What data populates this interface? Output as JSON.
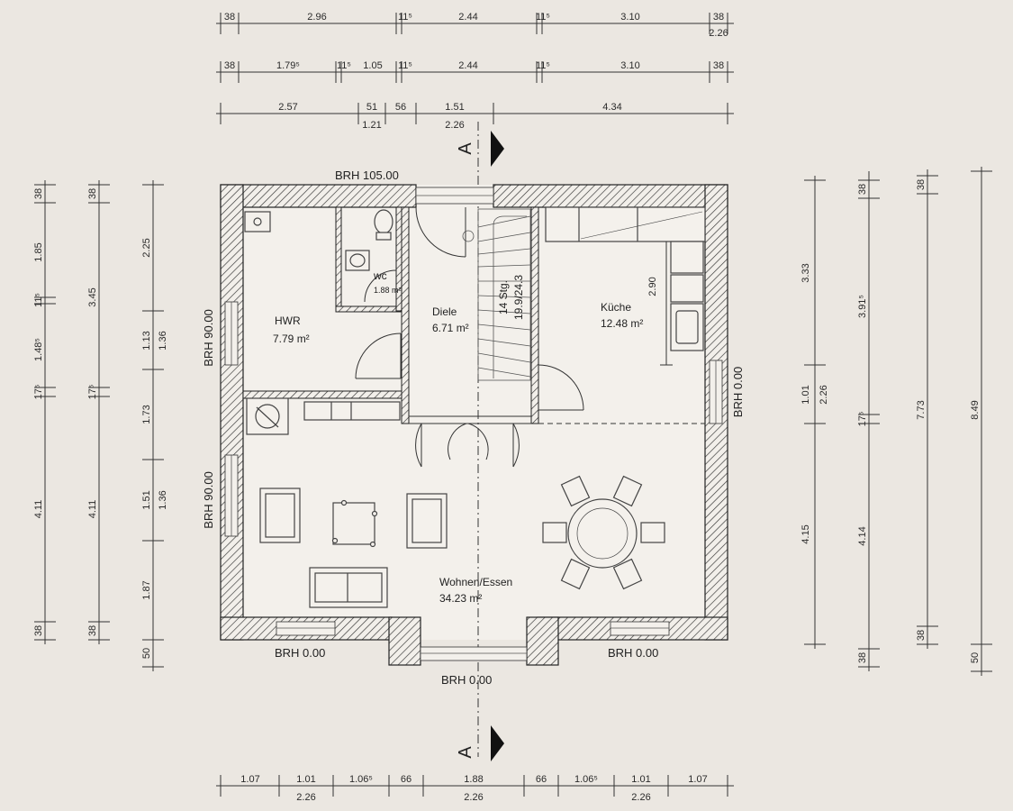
{
  "rooms": {
    "hwr": {
      "name": "HWR",
      "area": "7.79 m²"
    },
    "wc": {
      "name": "wc",
      "area": "1.88 m²"
    },
    "diele": {
      "name": "Diele",
      "area": "6.71 m²"
    },
    "kueche": {
      "name": "Küche",
      "area": "12.48 m²"
    },
    "wohnen": {
      "name": "Wohnen/Essen",
      "area": "34.23 m²"
    }
  },
  "stair": {
    "steps": "14 Stg.",
    "ratio": "19.9/24.3"
  },
  "brh": {
    "top": "BRH 105.00",
    "left_upper": "BRH 90.00",
    "left_lower": "BRH 90.00",
    "right": "BRH 0.00",
    "bottom_left": "BRH 0.00",
    "bottom_right": "BRH 0.00",
    "bottom_center": "BRH 0.00"
  },
  "section_marker": "A",
  "dims": {
    "top_row1": [
      "38",
      "2.96",
      "11⁵",
      "2.44",
      "11⁵",
      "3.10",
      "38"
    ],
    "top_row1_sub": "2.26",
    "top_row2": [
      "38",
      "1.79⁵",
      "11⁵",
      "1.05",
      "11⁵",
      "2.44",
      "11⁵",
      "3.10",
      "38"
    ],
    "top_row3": [
      "2.57",
      "51",
      "56",
      "1.51",
      "4.34"
    ],
    "top_row3_sub": [
      "1.21",
      "2.26"
    ],
    "kitchen_inner": "2.90",
    "left_col1": [
      "38",
      "1.85",
      "11⁵",
      "1.48⁵",
      "17⁵",
      "4.11",
      "38"
    ],
    "left_col2": [
      "38",
      "3.45",
      "17⁵",
      "4.11",
      "38"
    ],
    "left_col3": [
      "2.25",
      "1.13",
      "1.73",
      "1.51",
      "1.87",
      "50"
    ],
    "left_col3_sub": [
      "1.36",
      "1.36"
    ],
    "right_col1": [
      "3.33",
      "1.01",
      "4.15"
    ],
    "right_col1_sub": "2.26",
    "right_col2": [
      "38",
      "3.91⁵",
      "17⁵",
      "4.14",
      "38"
    ],
    "right_col3": [
      "38",
      "7.73",
      "38"
    ],
    "right_col4": [
      "8.49",
      "50"
    ],
    "bottom_row": [
      "1.07",
      "1.01",
      "1.06⁵",
      "66",
      "1.88",
      "66",
      "1.06⁵",
      "1.01",
      "1.07"
    ],
    "bottom_row_sub": [
      "2.26",
      "2.26",
      "2.26"
    ]
  }
}
